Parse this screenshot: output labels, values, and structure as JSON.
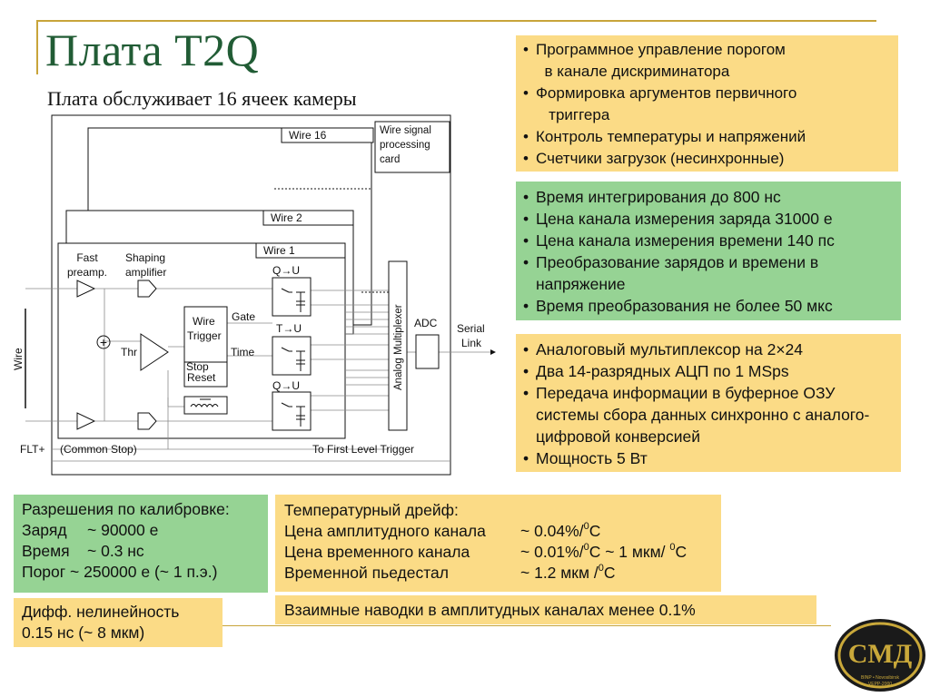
{
  "slide": {
    "title": "Плата T2Q",
    "subtitle": "Плата обслуживает 16 ячеек камеры"
  },
  "diagram": {
    "wire16": "Wire 16",
    "wsp_line1": "Wire signal",
    "wsp_line2": "processing",
    "wsp_line3": "card",
    "wire2": "Wire 2",
    "wire1": "Wire 1",
    "fast1": "Fast",
    "fast2": "preamp.",
    "shaping1": "Shaping",
    "shaping2": "amplifier",
    "qu_top": "Q→U",
    "tu": "T→U",
    "qu_bottom": "Q→U",
    "gate": "Gate",
    "time": "Time",
    "wt1": "Wire",
    "wt2": "Trigger",
    "stop": "Stop",
    "reset": "Reset",
    "thr": "Thr",
    "plus": "+",
    "analog_mux": "Analog Multiplexer",
    "adc": "ADC",
    "serial1": "Serial",
    "serial2": "Link",
    "wire_side": "Wire",
    "flt": "FLT+",
    "common_stop": "(Common Stop)",
    "first_level": "To First Level Trigger"
  },
  "box1": {
    "items": [
      "Программное управление порогом",
      "в канале дискриминатора",
      "Формировка аргументов первичного",
      "триггера",
      "Контроль температуры и напряжений",
      "Счетчики загрузок (несинхронные)"
    ]
  },
  "box2": {
    "items": [
      "Время интегрирования до 800 нс",
      "Цена канала измерения заряда 31000 е",
      "Цена канала измерения времени 140 пс",
      "Преобразование зарядов и времени в напряжение",
      "Время преобразования не более 50 мкс"
    ]
  },
  "box3": {
    "items": [
      "Аналоговый мультиплексор на 2×24",
      "Два 14-разрядных АЦП по 1 MSps",
      "Передача информации в буферное ОЗУ системы сбора данных синхронно с аналого-цифровой конверсией",
      "Мощность 5 Вт"
    ]
  },
  "box4": {
    "heading": "Разрешения по калибровке:",
    "charge_label": "Заряд",
    "charge_value": "~ 90000 е",
    "time_label": "Время",
    "time_value": "~ 0.3 нс",
    "threshold": "Порог ~ 250000 е (~ 1 п.э.)"
  },
  "box5": {
    "heading": "Температурный дрейф:",
    "amp_label": "Цена амплитудного канала",
    "amp_value": "~ 0.04%/",
    "time_label": "Цена временного канала",
    "time_value": "~ 0.01%/",
    "time_value2": "C ~ 1 мкм/ ",
    "ped_label": "Временной пьедестал",
    "ped_value": "~ 1.2 мкм /",
    "deg": "0",
    "c": "C"
  },
  "box6": {
    "line1": "Дифф. нелинейность",
    "line2": "0.15 нс  (~ 8 мкм)"
  },
  "box7": {
    "text": "Взаимные наводки в амплитудных каналах менее 0.1%"
  },
  "logo": {
    "letters": "СМД",
    "line1": "BINP • Novosibirsk",
    "line2": "VEPP-2000"
  },
  "colors": {
    "title": "#215c35",
    "accent_rule": "#c8a43a",
    "yellow_box": "#fbdb86",
    "green_box": "#96d394"
  }
}
